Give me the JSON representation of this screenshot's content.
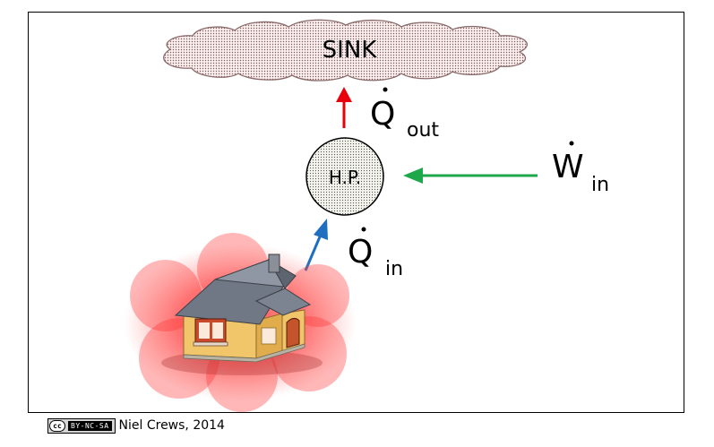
{
  "diagram": {
    "sink_label": "SINK",
    "heat_pump_label": "H.P.",
    "q_out": {
      "symbol": "Q",
      "subscript": "out"
    },
    "q_in": {
      "symbol": "Q",
      "subscript": "in"
    },
    "w_in": {
      "symbol": "W",
      "subscript": "in"
    }
  },
  "colors": {
    "q_out_arrow": "#e8000b",
    "q_in_arrow": "#1e6fc0",
    "w_in_arrow": "#1fa84a",
    "house_glow": "#ff3b3b",
    "cloud_fill": "#f3dcdc"
  },
  "footer": {
    "license_cc": "cc",
    "license_text": "BY-NC-SA",
    "credit": "Niel Crews, 2014"
  }
}
